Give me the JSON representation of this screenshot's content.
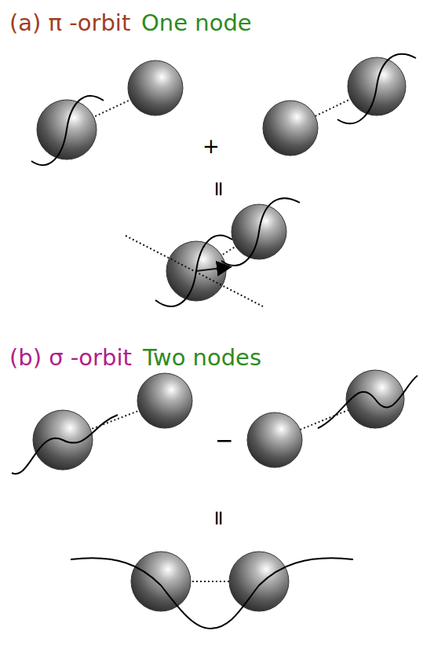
{
  "diagram": {
    "labels": [
      "(a) π -orbit",
      "One node",
      "+",
      "=",
      "(b) σ -orbit",
      "Two nodes",
      "−",
      "="
    ]
  }
}
